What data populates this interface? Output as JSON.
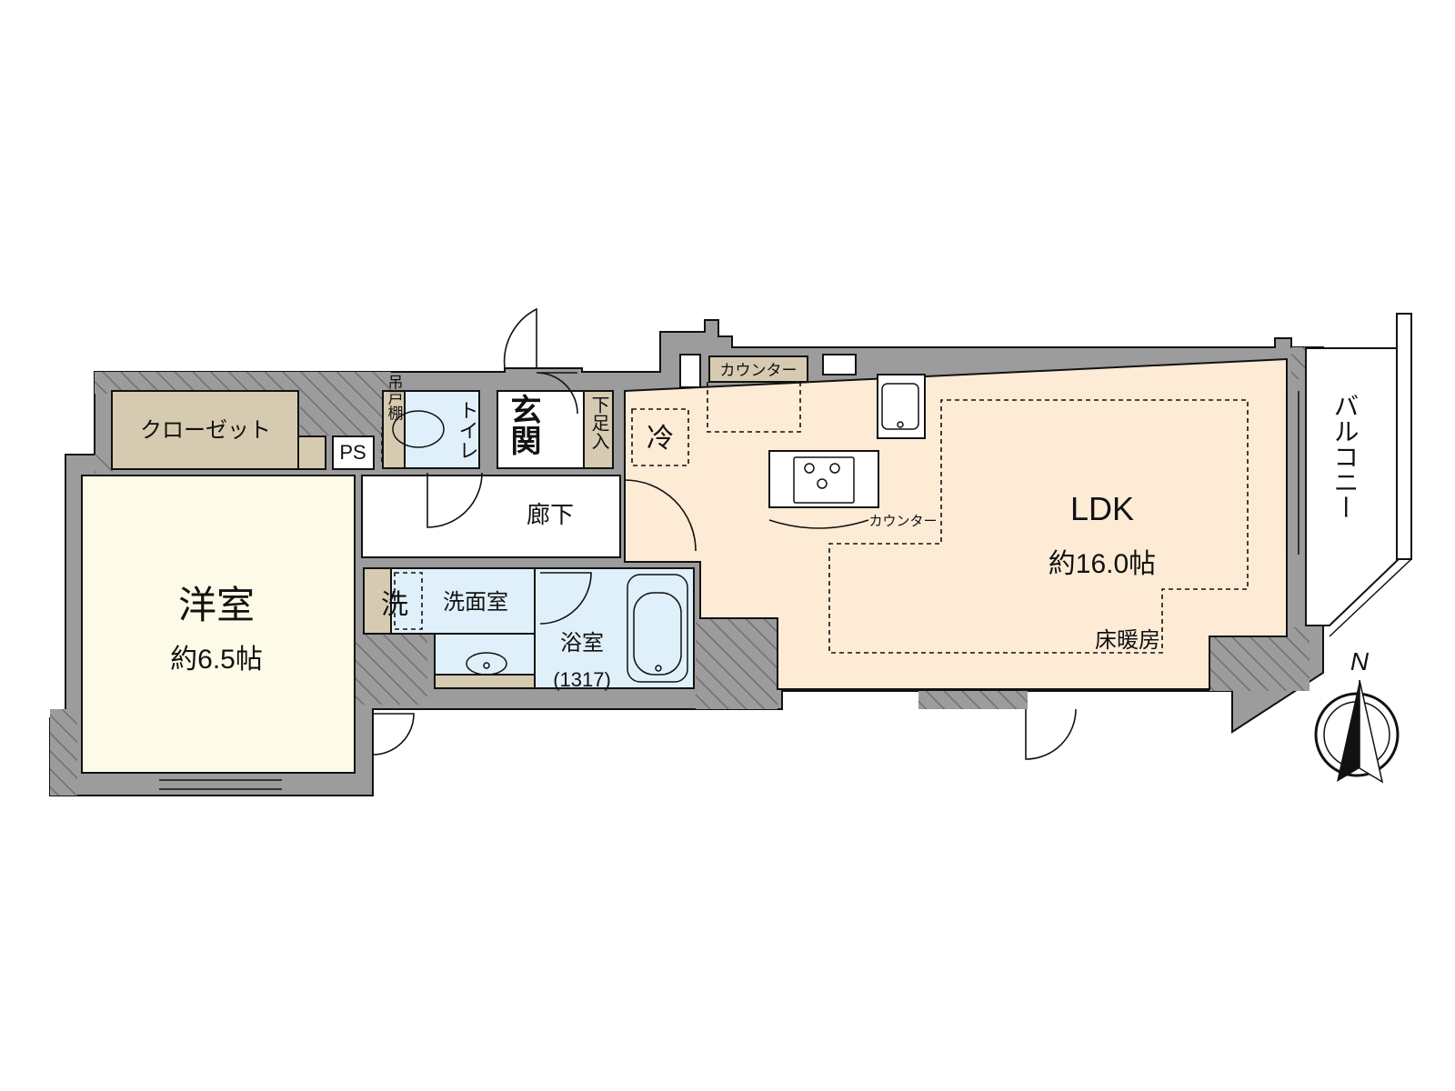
{
  "colors": {
    "wall": "#9c9c9c",
    "wall_hatch": "#6f6f6f",
    "ldk_floor": "#fdebd6",
    "western_room_floor": "#fdfbe8",
    "wet_area_floor": "#dff0fa",
    "storage_floor": "#d6cbb1",
    "white": "#ffffff"
  },
  "rooms": {
    "closet": {
      "label": "クローゼット"
    },
    "ps": {
      "label": "PS"
    },
    "hanging_shelf": {
      "label": "吊戸棚"
    },
    "toilet": {
      "label": "トイレ"
    },
    "entrance": {
      "label": "玄関"
    },
    "shoe_storage": {
      "label": "下足入"
    },
    "fridge": {
      "label": "冷"
    },
    "counter_top": {
      "label": "カウンター"
    },
    "counter_kitchen": {
      "label": "カウンター"
    },
    "corridor": {
      "label": "廊下"
    },
    "ldk": {
      "label": "LDK",
      "size": "約16.0帖",
      "floor_heating": "床暖房"
    },
    "balcony": {
      "label": "バルコニー"
    },
    "western_room": {
      "label": "洋室",
      "size": "約6.5帖"
    },
    "washer": {
      "label": "洗"
    },
    "washroom": {
      "label": "洗面室"
    },
    "bathroom": {
      "label": "浴室",
      "size": "(1317)"
    }
  },
  "compass": {
    "label": "N",
    "icon": "north-arrow-icon"
  }
}
